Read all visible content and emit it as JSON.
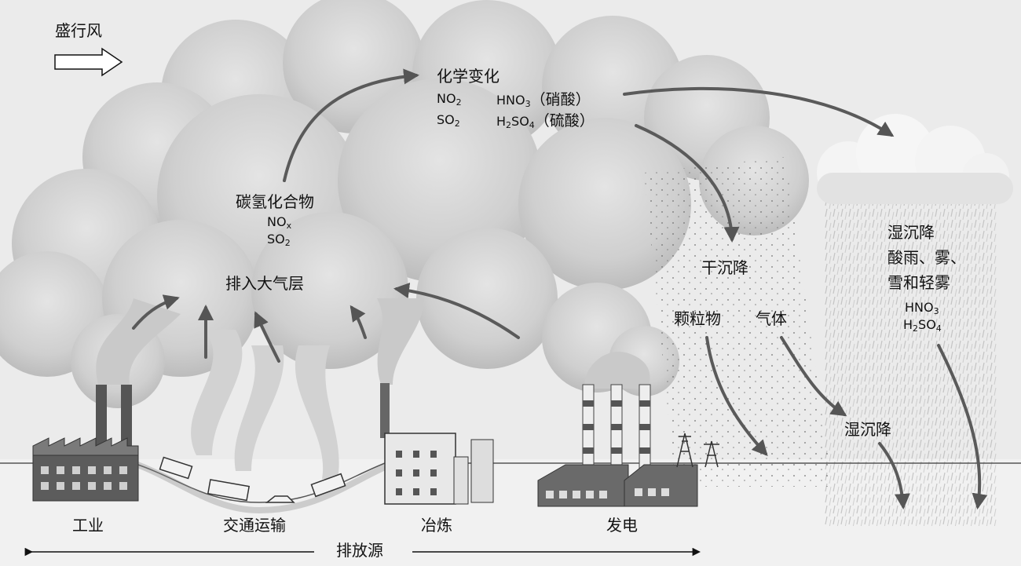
{
  "wind": {
    "label": "盛行风"
  },
  "chemical_change": {
    "title": "化学变化",
    "rows": [
      {
        "reactant": "NO",
        "reactant_sub": "2",
        "product_a": "HNO",
        "product_a_sub": "3",
        "product_b": "",
        "note": "（硝酸）"
      },
      {
        "reactant": "SO",
        "reactant_sub": "2",
        "product_a": "H",
        "product_a_sub": "2",
        "product_b": "SO",
        "product_b_sub": "4",
        "note": "（硫酸）"
      }
    ]
  },
  "emissions": {
    "title": "碳氢化合物",
    "nox": "NO",
    "nox_sub": "x",
    "so2": "SO",
    "so2_sub": "2",
    "into_atmosphere": "排入大气层"
  },
  "dry_deposition": {
    "title": "干沉降",
    "particles": "颗粒物",
    "gas": "气体"
  },
  "wet_deposition": {
    "title": "湿沉降",
    "line2": "酸雨、雾、",
    "line3": "雪和轻雾",
    "hno3": "HNO",
    "hno3_sub": "3",
    "h2so4_a": "H",
    "h2so4_sub_a": "2",
    "h2so4_b": "SO",
    "h2so4_sub_b": "4",
    "lower_label": "湿沉降"
  },
  "sources": {
    "industry": "工业",
    "traffic": "交通运输",
    "smelting": "冶炼",
    "power": "发电",
    "emission_sources": "排放源"
  }
}
